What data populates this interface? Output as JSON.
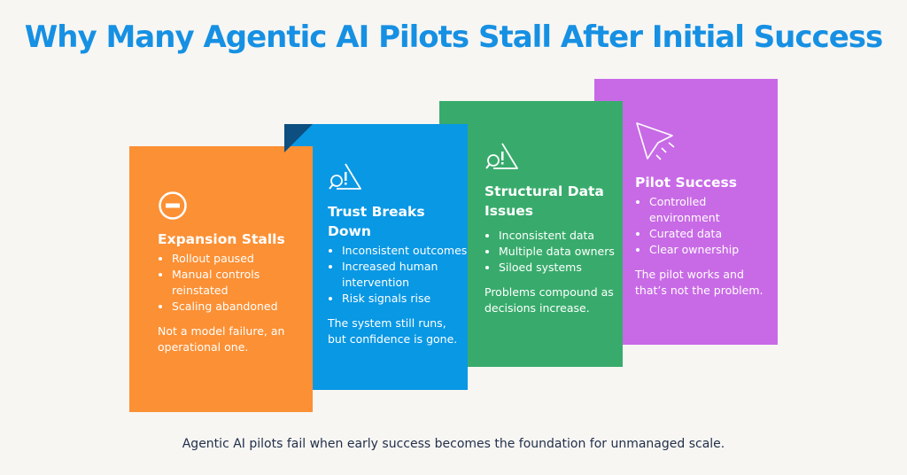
{
  "title": "Why Many Agentic AI Pilots Stall After Initial Success",
  "cards": [
    {
      "icon": "minus-circle-icon",
      "heading": "Expansion Stalls",
      "bullets": [
        "Rollout paused",
        "Manual controls reinstated",
        "Scaling abandoned"
      ],
      "note": "Not a model failure, an operational one.",
      "color": "#fc9034"
    },
    {
      "icon": "warning-search-icon",
      "heading": "Trust Breaks Down",
      "bullets": [
        "Inconsistent outcomes",
        "Increased human intervention",
        "Risk signals rise"
      ],
      "note": "The system still runs, but confidence is gone.",
      "color": "#0998e4"
    },
    {
      "icon": "warning-search-icon",
      "heading": "Structural Data Issues",
      "bullets": [
        "Inconsistent data",
        "Multiple data owners",
        "Siloed systems"
      ],
      "note": "Problems compound as decisions increase.",
      "color": "#38ab6c"
    },
    {
      "icon": "paper-plane-icon",
      "heading": "Pilot Success",
      "bullets": [
        "Controlled environment",
        "Curated data",
        "Clear ownership"
      ],
      "note": "The pilot works and that’s not the problem.",
      "color": "#c86ae6"
    }
  ],
  "footer": "Agentic AI pilots fail when early success becomes the foundation for unmanaged scale."
}
